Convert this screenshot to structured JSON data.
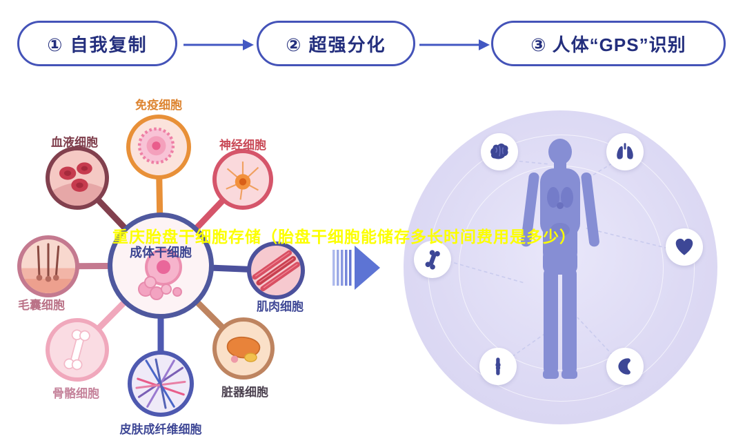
{
  "page": {
    "overlay_title": "重庆胎盘干细胞存储（胎盘干细胞能储存多长时间费用是多少）"
  },
  "steps": {
    "items": [
      {
        "label": "① 自我复制"
      },
      {
        "label": "② 超强分化"
      },
      {
        "label": "③ 人体“GPS”识别"
      }
    ]
  },
  "cell_diagram": {
    "center": {
      "label": "成体干细胞",
      "ring_color": "#4F589E"
    },
    "satellites": [
      {
        "id": "immune",
        "label": "免疫细胞",
        "color": "#E89038"
      },
      {
        "id": "blood",
        "label": "血液细胞",
        "color": "#82404E"
      },
      {
        "id": "nerve",
        "label": "神经细胞",
        "color": "#D5556A"
      },
      {
        "id": "hair",
        "label": "毛囊细胞",
        "color": "#C4798F"
      },
      {
        "id": "muscle",
        "label": "肌肉细胞",
        "color": "#4C519C"
      },
      {
        "id": "bone",
        "label": "骨骼细胞",
        "color": "#F0A8BC"
      },
      {
        "id": "organ",
        "label": "脏器细胞",
        "color": "#BE8460"
      },
      {
        "id": "skin",
        "label": "皮肤成纤维细胞",
        "color": "#4E59B0"
      }
    ]
  },
  "body_diagram": {
    "icons": [
      {
        "name": "brain-icon"
      },
      {
        "name": "lungs-icon"
      },
      {
        "name": "bone-icon"
      },
      {
        "name": "heart-icon"
      },
      {
        "name": "joint-icon"
      },
      {
        "name": "kidney-icon"
      }
    ]
  },
  "palette": {
    "step_border": "#4453B8",
    "step_text": "#232E7D",
    "arrow_blue": "#4257C2",
    "title_yellow": "#FCFF00",
    "body_circle_bg": "#DDDAF4",
    "body_fill": "#868ED4",
    "icon_purple": "#3D4796"
  }
}
